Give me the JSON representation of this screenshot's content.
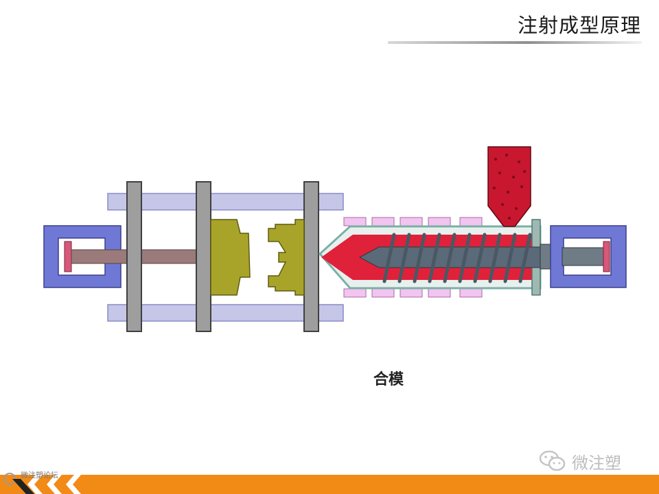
{
  "title": "注射成型原理",
  "caption": "合模",
  "watermark": {
    "label": "微注塑",
    "icon": "wechat-icon"
  },
  "footer": {
    "logo_text": "微注塑论坛",
    "accent": "#f28a16"
  },
  "colors": {
    "tie_bar_frame": "#c5c6e8",
    "platen": "#9e9e9e",
    "cylinder_frame": "#7078d6",
    "mold": "#a8a42a",
    "barrel_outline": "#7ab0a6",
    "melt": "#e0213a",
    "screw": "#5a6a78",
    "heater": "#f2c4f0",
    "ram_tip": "#d8587a",
    "piston_rod": "#9a7a7a"
  }
}
